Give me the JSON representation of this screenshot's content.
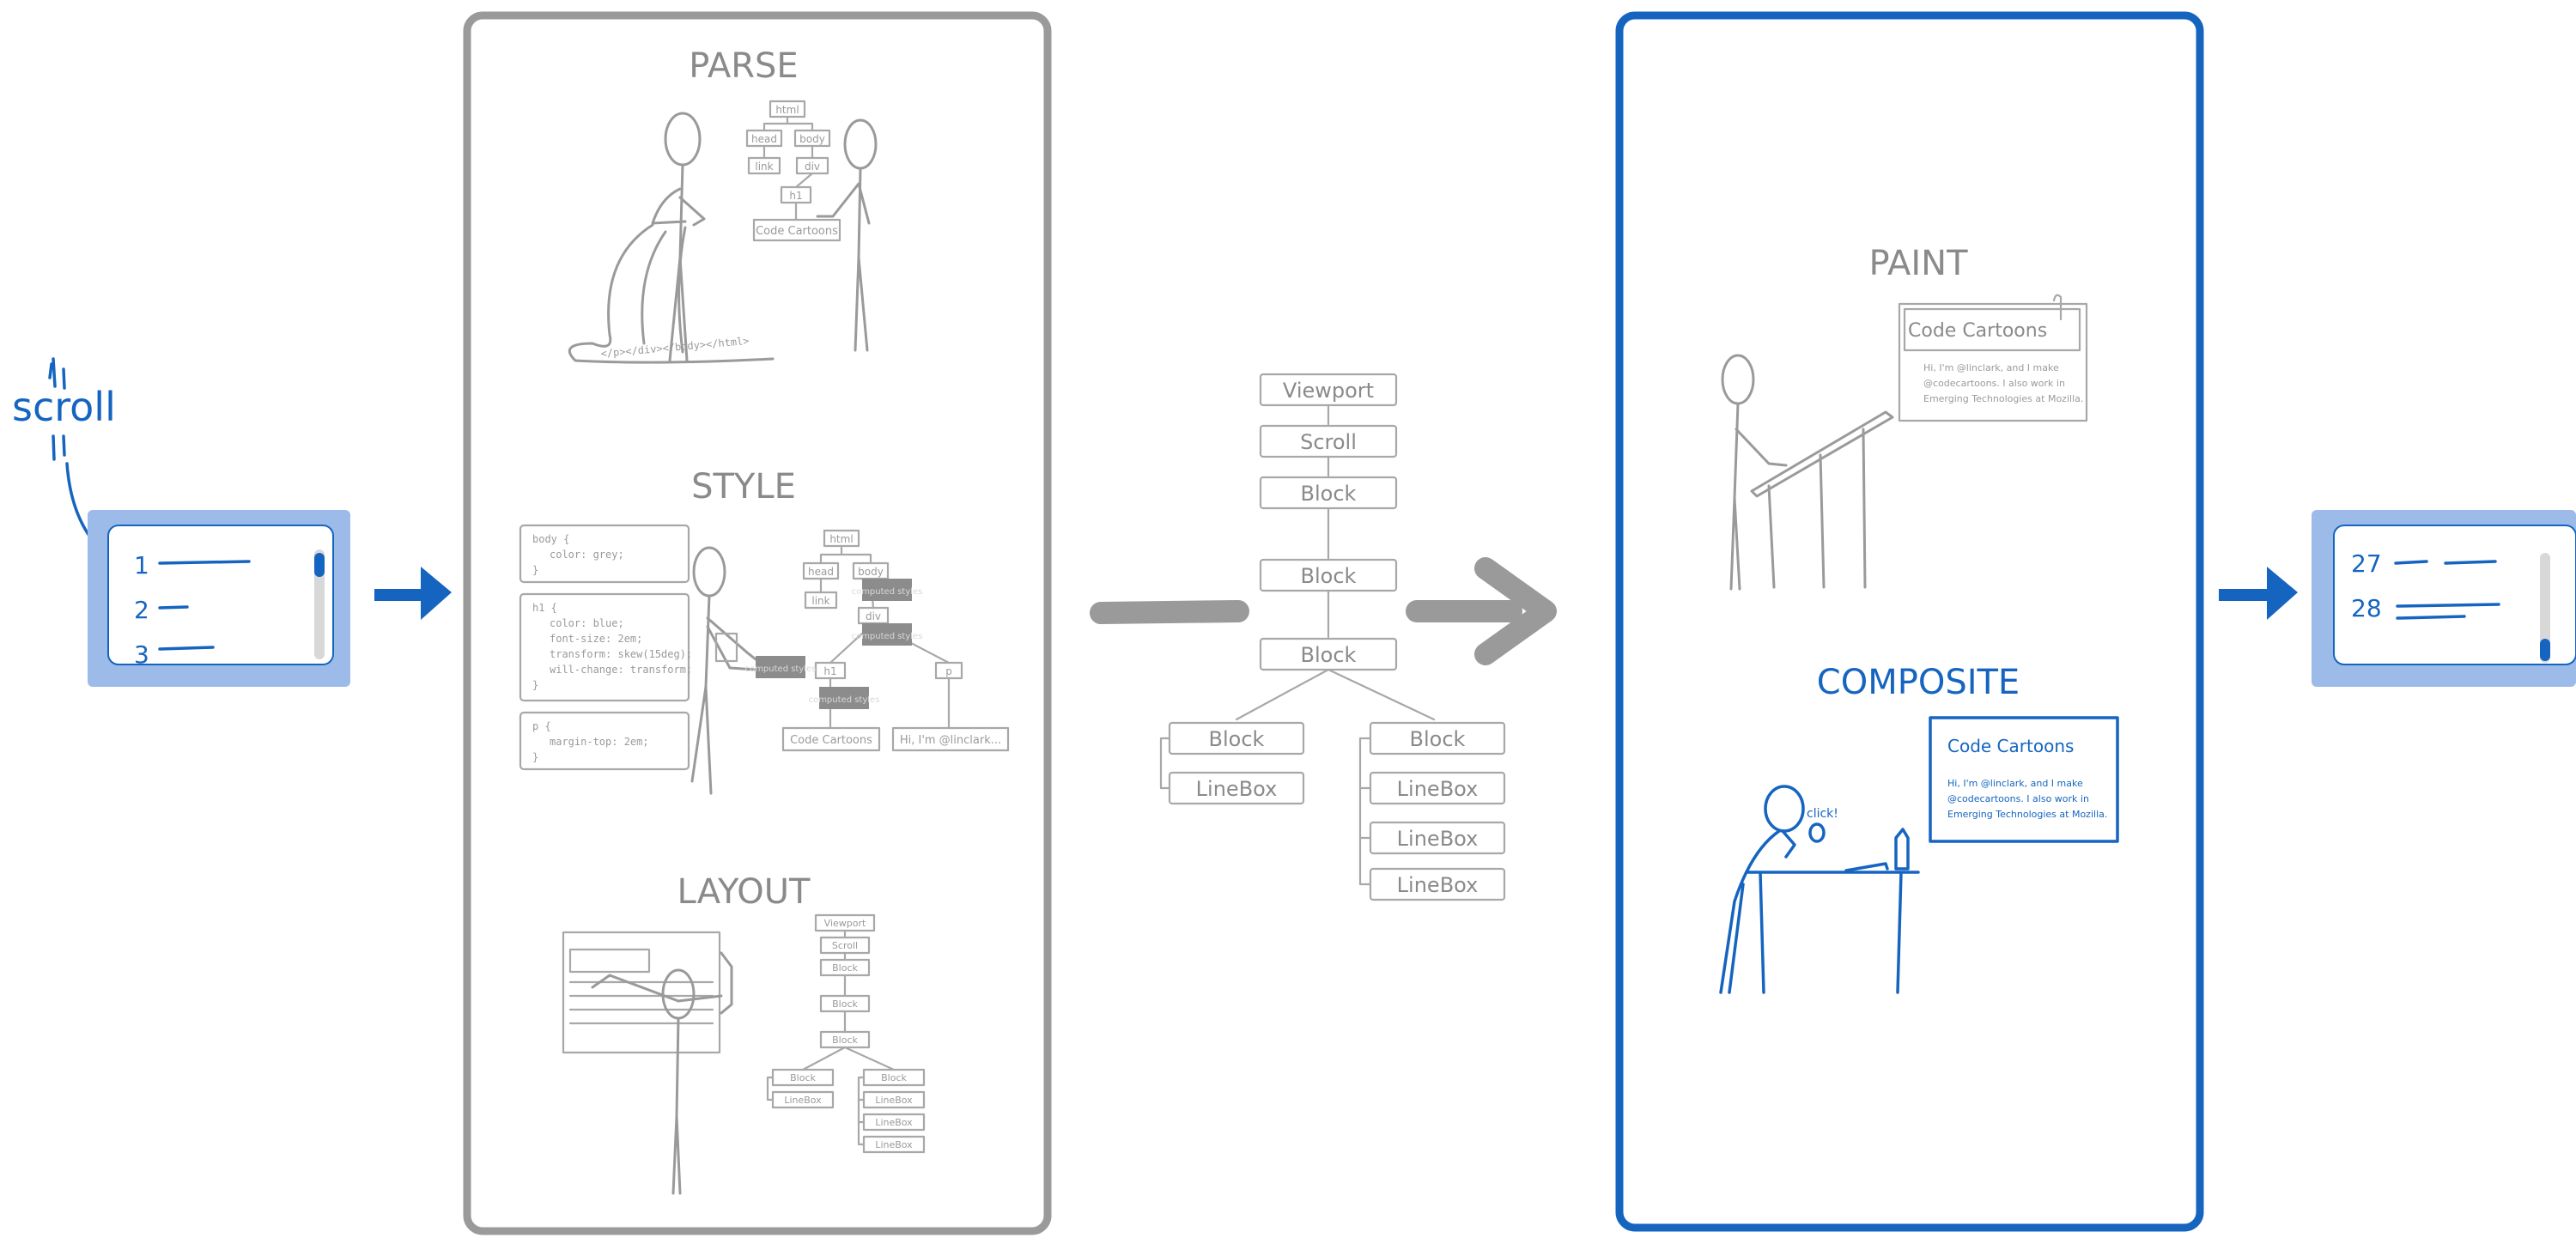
{
  "scroll_label": "scroll",
  "left_viewport": {
    "lines": [
      "1",
      "2",
      "3"
    ]
  },
  "right_viewport": {
    "lines": [
      "27",
      "28"
    ]
  },
  "main_thread": {
    "parse": {
      "title": "PARSE",
      "dom": [
        "html",
        "head",
        "body",
        "link",
        "div",
        "h1",
        "Code Cartoons"
      ],
      "ribbon": "</p></div></body></html>"
    },
    "style": {
      "title": "STYLE",
      "css_blocks": [
        [
          "body {",
          "color: grey;",
          "}"
        ],
        [
          "h1 {",
          "color: blue;",
          "font-size: 2em;",
          "transform: skew(15deg);",
          "will-change: transform;",
          "}"
        ],
        [
          "p {",
          "margin-top: 2em;",
          "}"
        ]
      ],
      "dom": [
        "html",
        "head",
        "body",
        "link",
        "div",
        "h1",
        "p",
        "Code Cartoons",
        "Hi, I'm @linclark..."
      ],
      "tag": "computed styles"
    },
    "layout": {
      "title": "LAYOUT",
      "tree": [
        "Viewport",
        "Scroll",
        "Block",
        "Block",
        "Block",
        "Block",
        "Block",
        "LineBox",
        "LineBox",
        "LineBox",
        "LineBox"
      ]
    }
  },
  "layer_tree": {
    "nodes": [
      "Viewport",
      "Scroll",
      "Block",
      "Block",
      "Block",
      "Block",
      "LineBox",
      "Block",
      "LineBox",
      "LineBox",
      "LineBox"
    ]
  },
  "compositor_thread": {
    "paint": {
      "title": "PAINT",
      "page_title": "Code Cartoons",
      "page_text": [
        "Hi, I'm @linclark, and I make",
        "@codecartoons. I also work in",
        "Emerging Technologies at Mozilla."
      ]
    },
    "composite": {
      "title": "COMPOSITE",
      "page_title": "Code Cartoons",
      "page_text": [
        "Hi, I'm @linclark, and I make",
        "@codecartoons. I also work in",
        "Emerging Technologies at Mozilla."
      ],
      "sfx": "click!"
    }
  },
  "colors": {
    "gray": "#9a9a9a",
    "blue": "#1565c0",
    "light_blue": "#9cbbe8"
  }
}
